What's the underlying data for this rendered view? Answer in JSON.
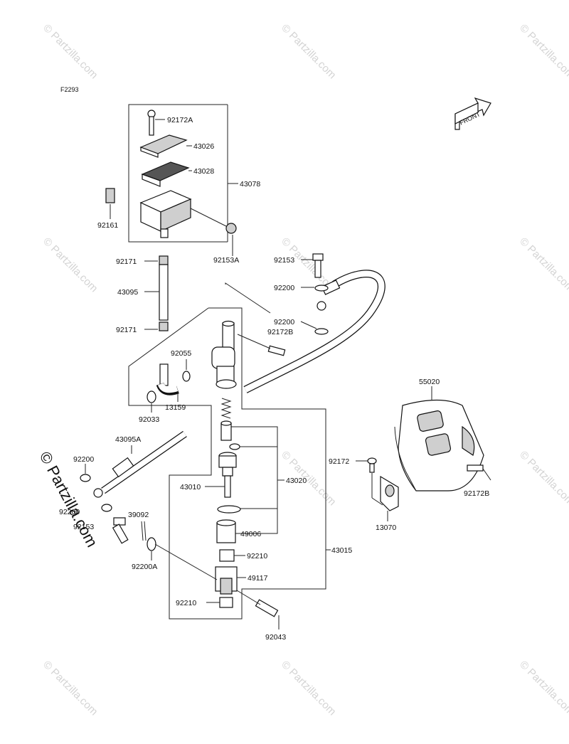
{
  "figure_code": "F2293",
  "front_label": "FRONT",
  "watermark": {
    "small_text": "© Partzilla.com",
    "large_text": "© Partzilla.com"
  },
  "parts": [
    {
      "number": "92172A"
    },
    {
      "number": "43026"
    },
    {
      "number": "43028"
    },
    {
      "number": "43078"
    },
    {
      "number": "92161"
    },
    {
      "number": "92153A"
    },
    {
      "number": "92171"
    },
    {
      "number": "43095"
    },
    {
      "number": "92171"
    },
    {
      "number": "92153"
    },
    {
      "number": "92200"
    },
    {
      "number": "92200"
    },
    {
      "number": "92172B"
    },
    {
      "number": "92055"
    },
    {
      "number": "13159"
    },
    {
      "number": "92033"
    },
    {
      "number": "43095A"
    },
    {
      "number": "92200"
    },
    {
      "number": "92200"
    },
    {
      "number": "92153"
    },
    {
      "number": "39092"
    },
    {
      "number": "92200A"
    },
    {
      "number": "43010"
    },
    {
      "number": "43020"
    },
    {
      "number": "49006"
    },
    {
      "number": "92210"
    },
    {
      "number": "49117"
    },
    {
      "number": "92210"
    },
    {
      "number": "92043"
    },
    {
      "number": "43015"
    },
    {
      "number": "55020"
    },
    {
      "number": "92172"
    },
    {
      "number": "92172B"
    },
    {
      "number": "13070"
    }
  ]
}
